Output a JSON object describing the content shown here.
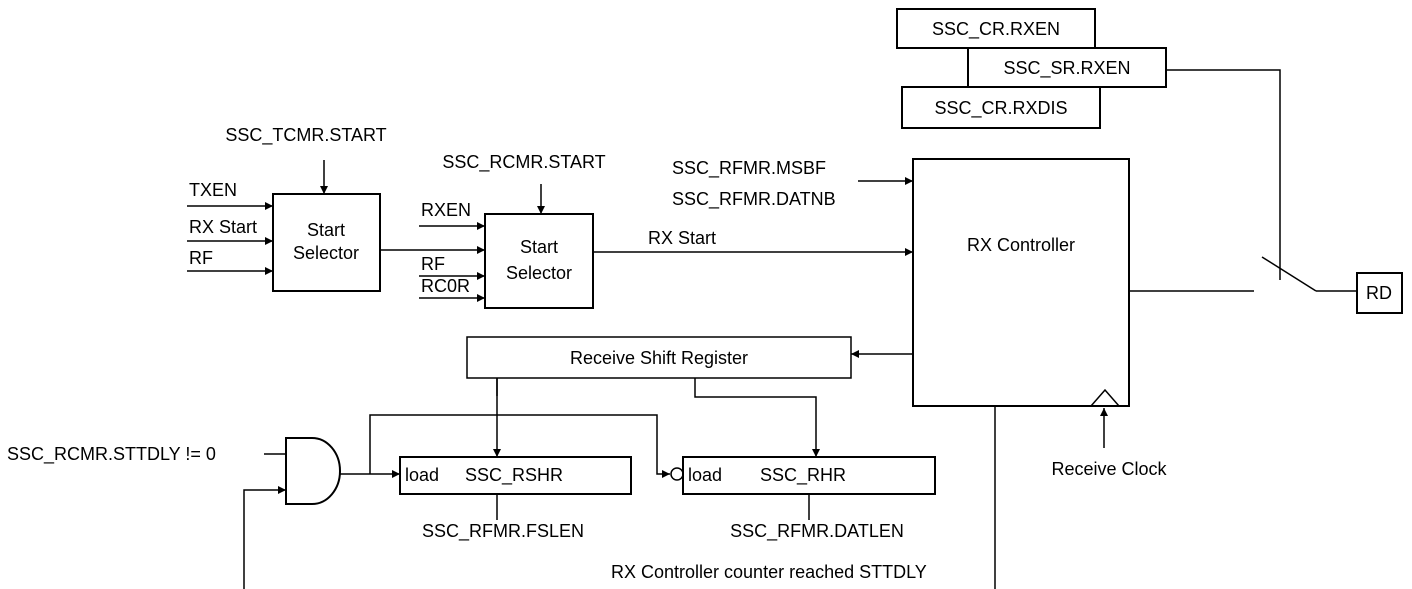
{
  "registers": {
    "cr_rxen": "SSC_CR.RXEN",
    "sr_rxen": "SSC_SR.RXEN",
    "cr_rxdis": "SSC_CR.RXDIS",
    "tcmr_start": "SSC_TCMR.START",
    "rcmr_start": "SSC_RCMR.START",
    "rfmr_msbf": "SSC_RFMR.MSBF",
    "rfmr_datnb": "SSC_RFMR.DATNB",
    "rfmr_fslen": "SSC_RFMR.FSLEN",
    "rfmr_datlen": "SSC_RFMR.DATLEN",
    "rcmr_sttdly": "SSC_RCMR.STTDLY != 0"
  },
  "start_selector_1": {
    "title_line1": "Start",
    "title_line2": "Selector",
    "inputs": [
      "TXEN",
      "RX Start",
      "RF"
    ]
  },
  "start_selector_2": {
    "title_line1": "Start",
    "title_line2": "Selector",
    "inputs": [
      "RXEN",
      "RF",
      "RC0R"
    ]
  },
  "signals": {
    "rx_start": "RX Start",
    "receive_clock": "Receive Clock",
    "counter_reached": "RX Controller counter reached STTDLY"
  },
  "blocks": {
    "rx_controller": "RX Controller",
    "shift_register": "Receive Shift Register",
    "rshr_load": "load",
    "rshr": "SSC_RSHR",
    "rhr_load": "load",
    "rhr": "SSC_RHR",
    "rd": "RD"
  }
}
